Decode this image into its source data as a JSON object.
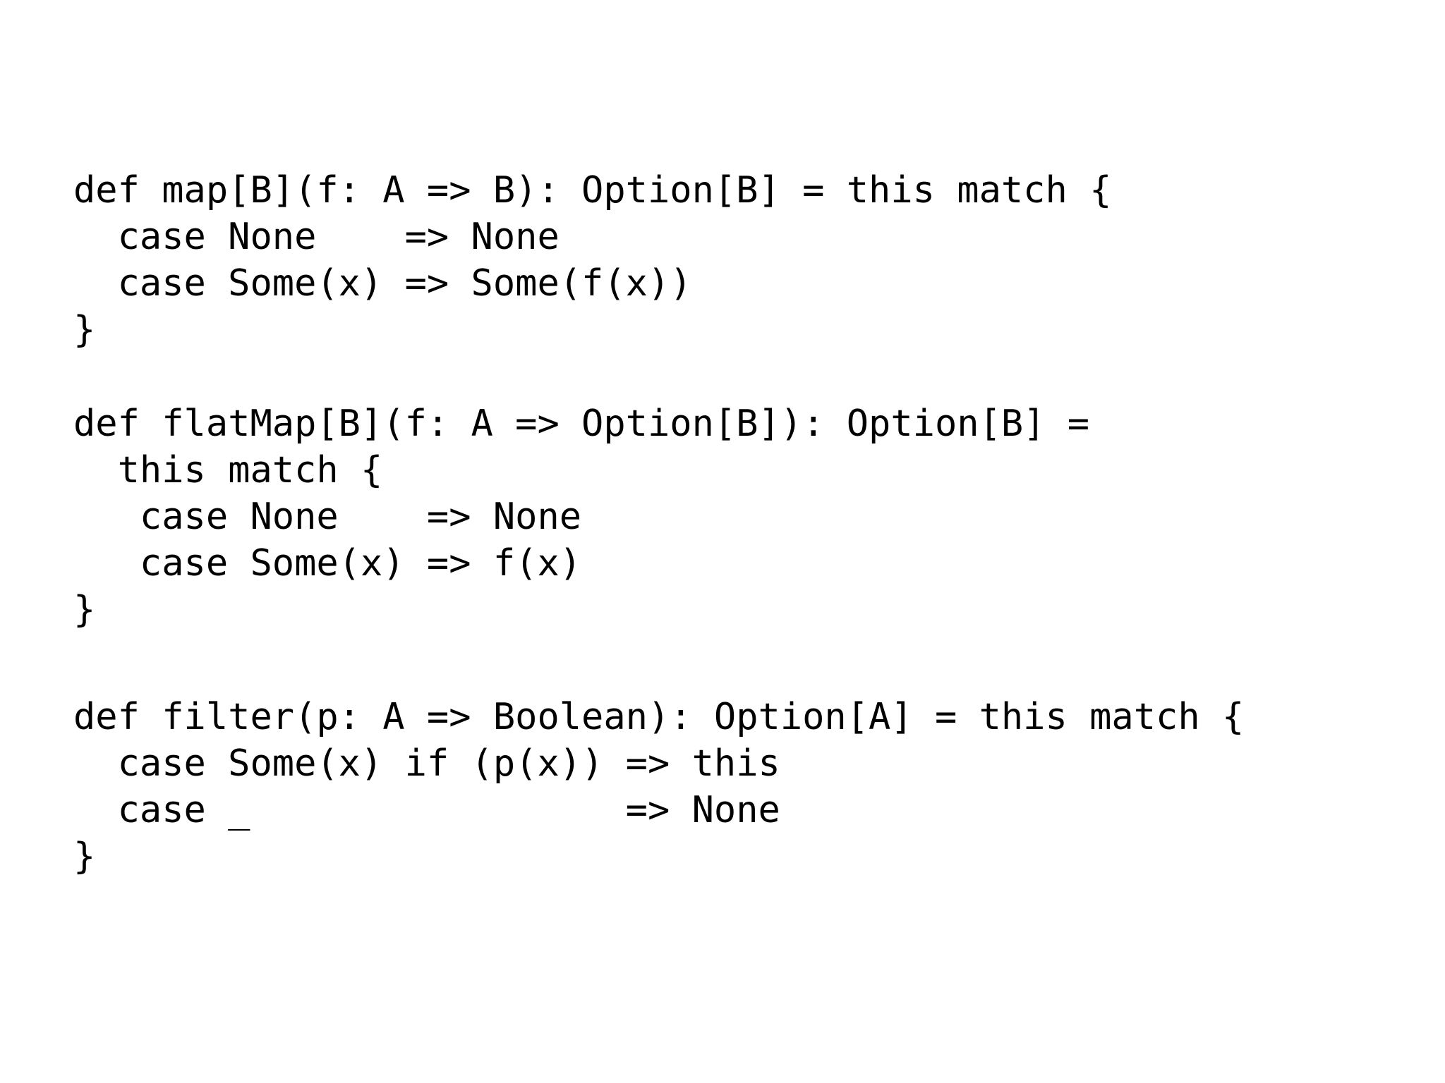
{
  "slide": {
    "background_color": "#ffffff",
    "text_color": "#000000",
    "language": "scala",
    "code_blocks": [
      {
        "name": "map-definition",
        "code": "def map[B](f: A => B): Option[B] = this match {\n  case None    => None\n  case Some(x) => Some(f(x))\n}"
      },
      {
        "name": "flatmap-definition",
        "code": "def flatMap[B](f: A => Option[B]): Option[B] =\n  this match {\n   case None    => None\n   case Some(x) => f(x)\n}"
      },
      {
        "name": "filter-definition",
        "code": "def filter(p: A => Boolean): Option[A] = this match {\n  case Some(x) if (p(x)) => this\n  case _                 => None\n}"
      }
    ]
  }
}
